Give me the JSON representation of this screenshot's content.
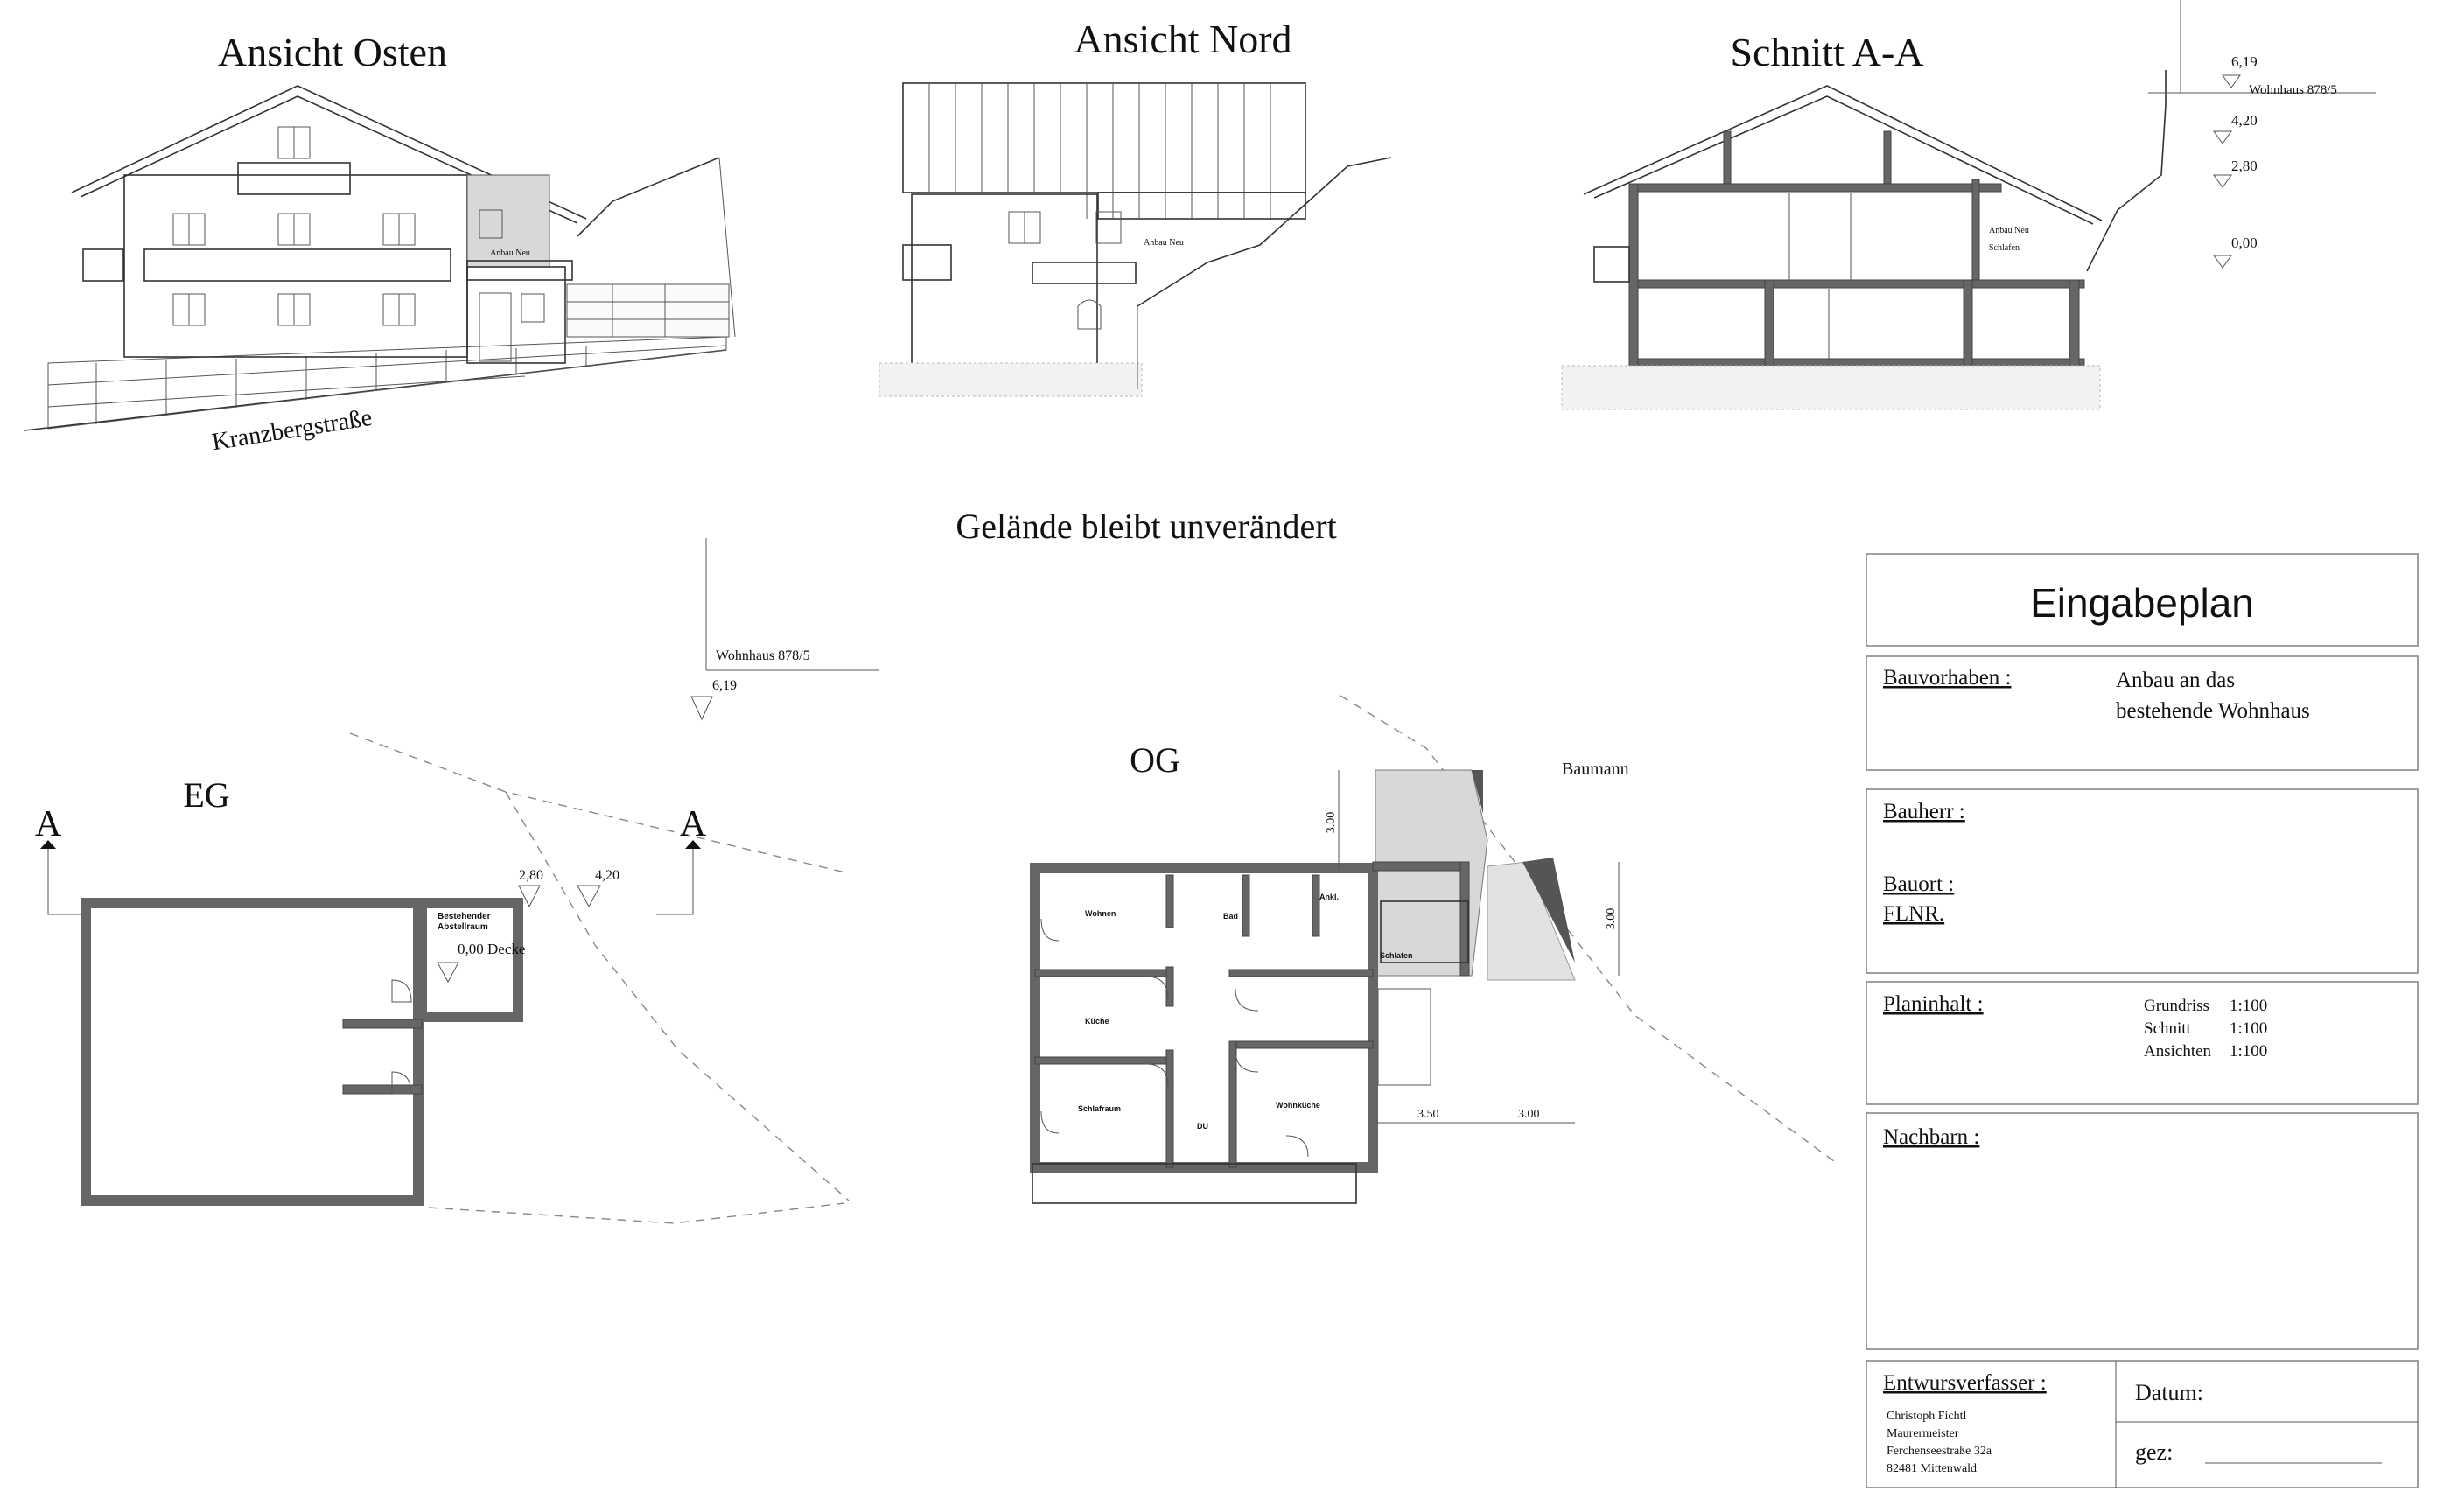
{
  "drawings": {
    "east_view_title": "Ansicht Osten",
    "north_view_title": "Ansicht Nord",
    "section_title": "Schnitt A-A",
    "street_label": "Kranzbergstraße",
    "annex_label": "Anbau Neu",
    "section_annex_label_1": "Anbau Neu",
    "section_annex_label_2": "Schlafen",
    "terrain_note": "Gelände bleibt unverändert",
    "level_619": "6,19",
    "level_420": "4,20",
    "level_280": "2,80",
    "level_000": "0,00",
    "house_ref": "Wohnhaus 878/5",
    "eg_label": "EG",
    "og_label": "OG",
    "section_marker": "A",
    "neighbor_label": "Baumann",
    "eg_room_1": "Bestehender",
    "eg_room_2": "Abstellraum",
    "eg_ceiling": "0,00 Decke",
    "og_rooms": {
      "wohnen": "Wohnen",
      "bad": "Bad",
      "ankl": "Ankl.",
      "kueche": "Küche",
      "schlafen": "Schlafen",
      "schlafraum": "Schlafraum",
      "du": "DU",
      "wohnkueche": "Wohnküche"
    },
    "dim_300": "3.00",
    "dim_350": "3.50"
  },
  "title_block": {
    "title": "Eingabeplan",
    "project_label": "Bauvorhaben :",
    "project_line_1": "Anbau an das",
    "project_line_2": "bestehende Wohnhaus",
    "owner_label": "Bauherr :",
    "location_label": "Bauort :",
    "parcel_label": "FLNR.",
    "content_label": "Planinhalt :",
    "content_rows": [
      {
        "name": "Grundriss",
        "scale": "1:100"
      },
      {
        "name": "Schnitt",
        "scale": "1:100"
      },
      {
        "name": "Ansichten",
        "scale": "1:100"
      }
    ],
    "neighbors_label": "Nachbarn :",
    "designer_label": "Entwursverfasser :",
    "designer_lines": [
      "Christoph Fichtl",
      "Maurermeister",
      "Ferchenseestraße 32a",
      "82481 Mittenwald"
    ],
    "date_label": "Datum:",
    "signed_label": "gez:"
  }
}
